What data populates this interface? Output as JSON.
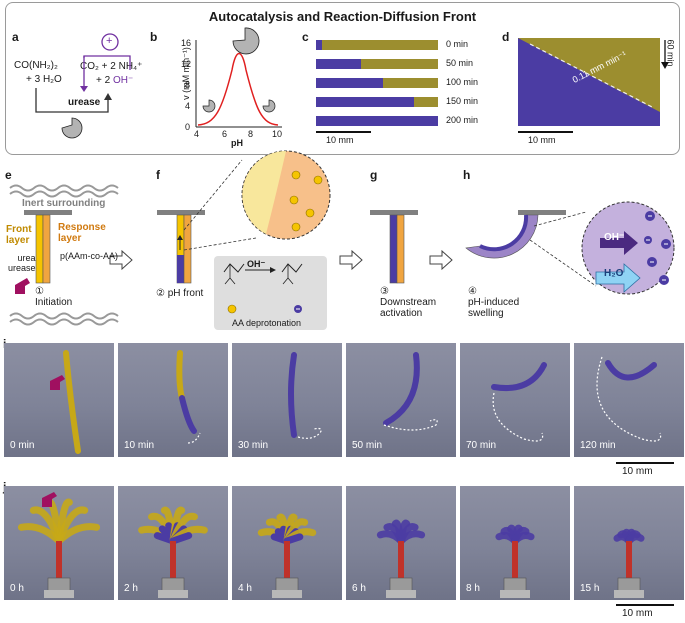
{
  "title": "Autocatalysis and Reaction-Diffusion Front",
  "panels": {
    "a": "a",
    "b": "b",
    "c": "c",
    "d": "d",
    "e": "e",
    "f": "f",
    "g": "g",
    "h": "h",
    "i": "i",
    "j": "j"
  },
  "panel_a": {
    "reactant1": "CO(NH₂)₂",
    "reactant2": "+ 3 H₂O",
    "product1": "CO₂ + 2 NH₄⁺",
    "product2_prefix": "+ 2 ",
    "product2_oh": "OH⁻",
    "catalyst": "urease",
    "plus": "+"
  },
  "panel_b": {
    "ylabel": "v (mM min⁻¹)",
    "xlabel": "pH",
    "yticks": [
      "0",
      "4",
      "8",
      "12",
      "16"
    ],
    "xticks": [
      "4",
      "6",
      "8",
      "10"
    ]
  },
  "panel_c": {
    "times": [
      "0 min",
      "50 min",
      "100 min",
      "150 min",
      "200 min"
    ],
    "progress": [
      0.05,
      0.37,
      0.55,
      0.8,
      1.0
    ],
    "scale": "10 mm",
    "colors": {
      "front": "#4b3ca3",
      "base": "#9c8e2f"
    }
  },
  "panel_d": {
    "slope": "0.11 mm min⁻¹",
    "scale_x": "10 mm",
    "scale_y": "60 min"
  },
  "panel_e": {
    "inert": "Inert surrounding",
    "front_layer": "Front\nlayer",
    "response_layer": "Response\nlayer",
    "chem": "urea\nurease",
    "polymer": "p(AAm-co-AA)",
    "step": "①",
    "step_label": "Initiation"
  },
  "panel_f": {
    "step": "②",
    "step_label": "pH front",
    "reaction_label": "AA deprotonation",
    "oh": "OH⁻"
  },
  "panel_g": {
    "step": "③",
    "step_label": "Downstream\nactivation"
  },
  "panel_h": {
    "step": "④",
    "step_label": "pH-induced\nswelling",
    "oh": "OH⁻",
    "water": "H₂O"
  },
  "panel_i": {
    "times": [
      "0 min",
      "10 min",
      "30 min",
      "50 min",
      "70 min",
      "120 min"
    ],
    "scale": "10 mm"
  },
  "panel_j": {
    "times": [
      "0 h",
      "2 h",
      "4 h",
      "6 h",
      "8 h",
      "15 h"
    ],
    "scale": "10 mm"
  }
}
